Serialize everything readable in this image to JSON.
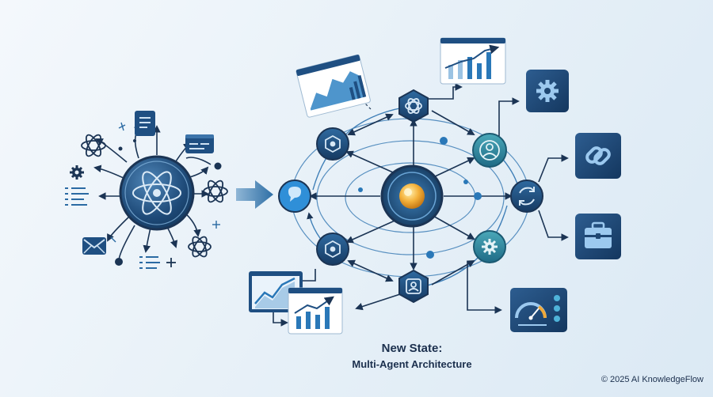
{
  "caption": {
    "line1": "New State:",
    "line2": "Multi-Agent Architecture"
  },
  "copyright": "© 2025 AI KnowledgeFlow",
  "colors": {
    "navy": "#1c3d6b",
    "blue": "#2a78b8",
    "teal": "#2f8ea3",
    "accent": "#f0a93a"
  },
  "left_cluster": {
    "hub_icon": "atom-icon",
    "satellites": [
      "atom-icon",
      "atom-icon",
      "atom-icon",
      "atom-icon",
      "document-icon",
      "terminal-icon",
      "gear-icon",
      "list-icon",
      "list-icon",
      "envelope-icon"
    ]
  },
  "right_system": {
    "core_icon": "glowing-orb-icon",
    "agents": [
      "cube-network-icon",
      "openai-knot-icon",
      "user-profile-icon",
      "chat-bubble-icon",
      "sync-arrows-icon",
      "gear-icon",
      "user-shield-icon",
      "cube-network-icon"
    ],
    "outputs": [
      "gear-icon",
      "link-icon",
      "toolbox-icon",
      "gauge-checklist-icon",
      "bar-chart-icon",
      "line-chart-icon"
    ]
  }
}
